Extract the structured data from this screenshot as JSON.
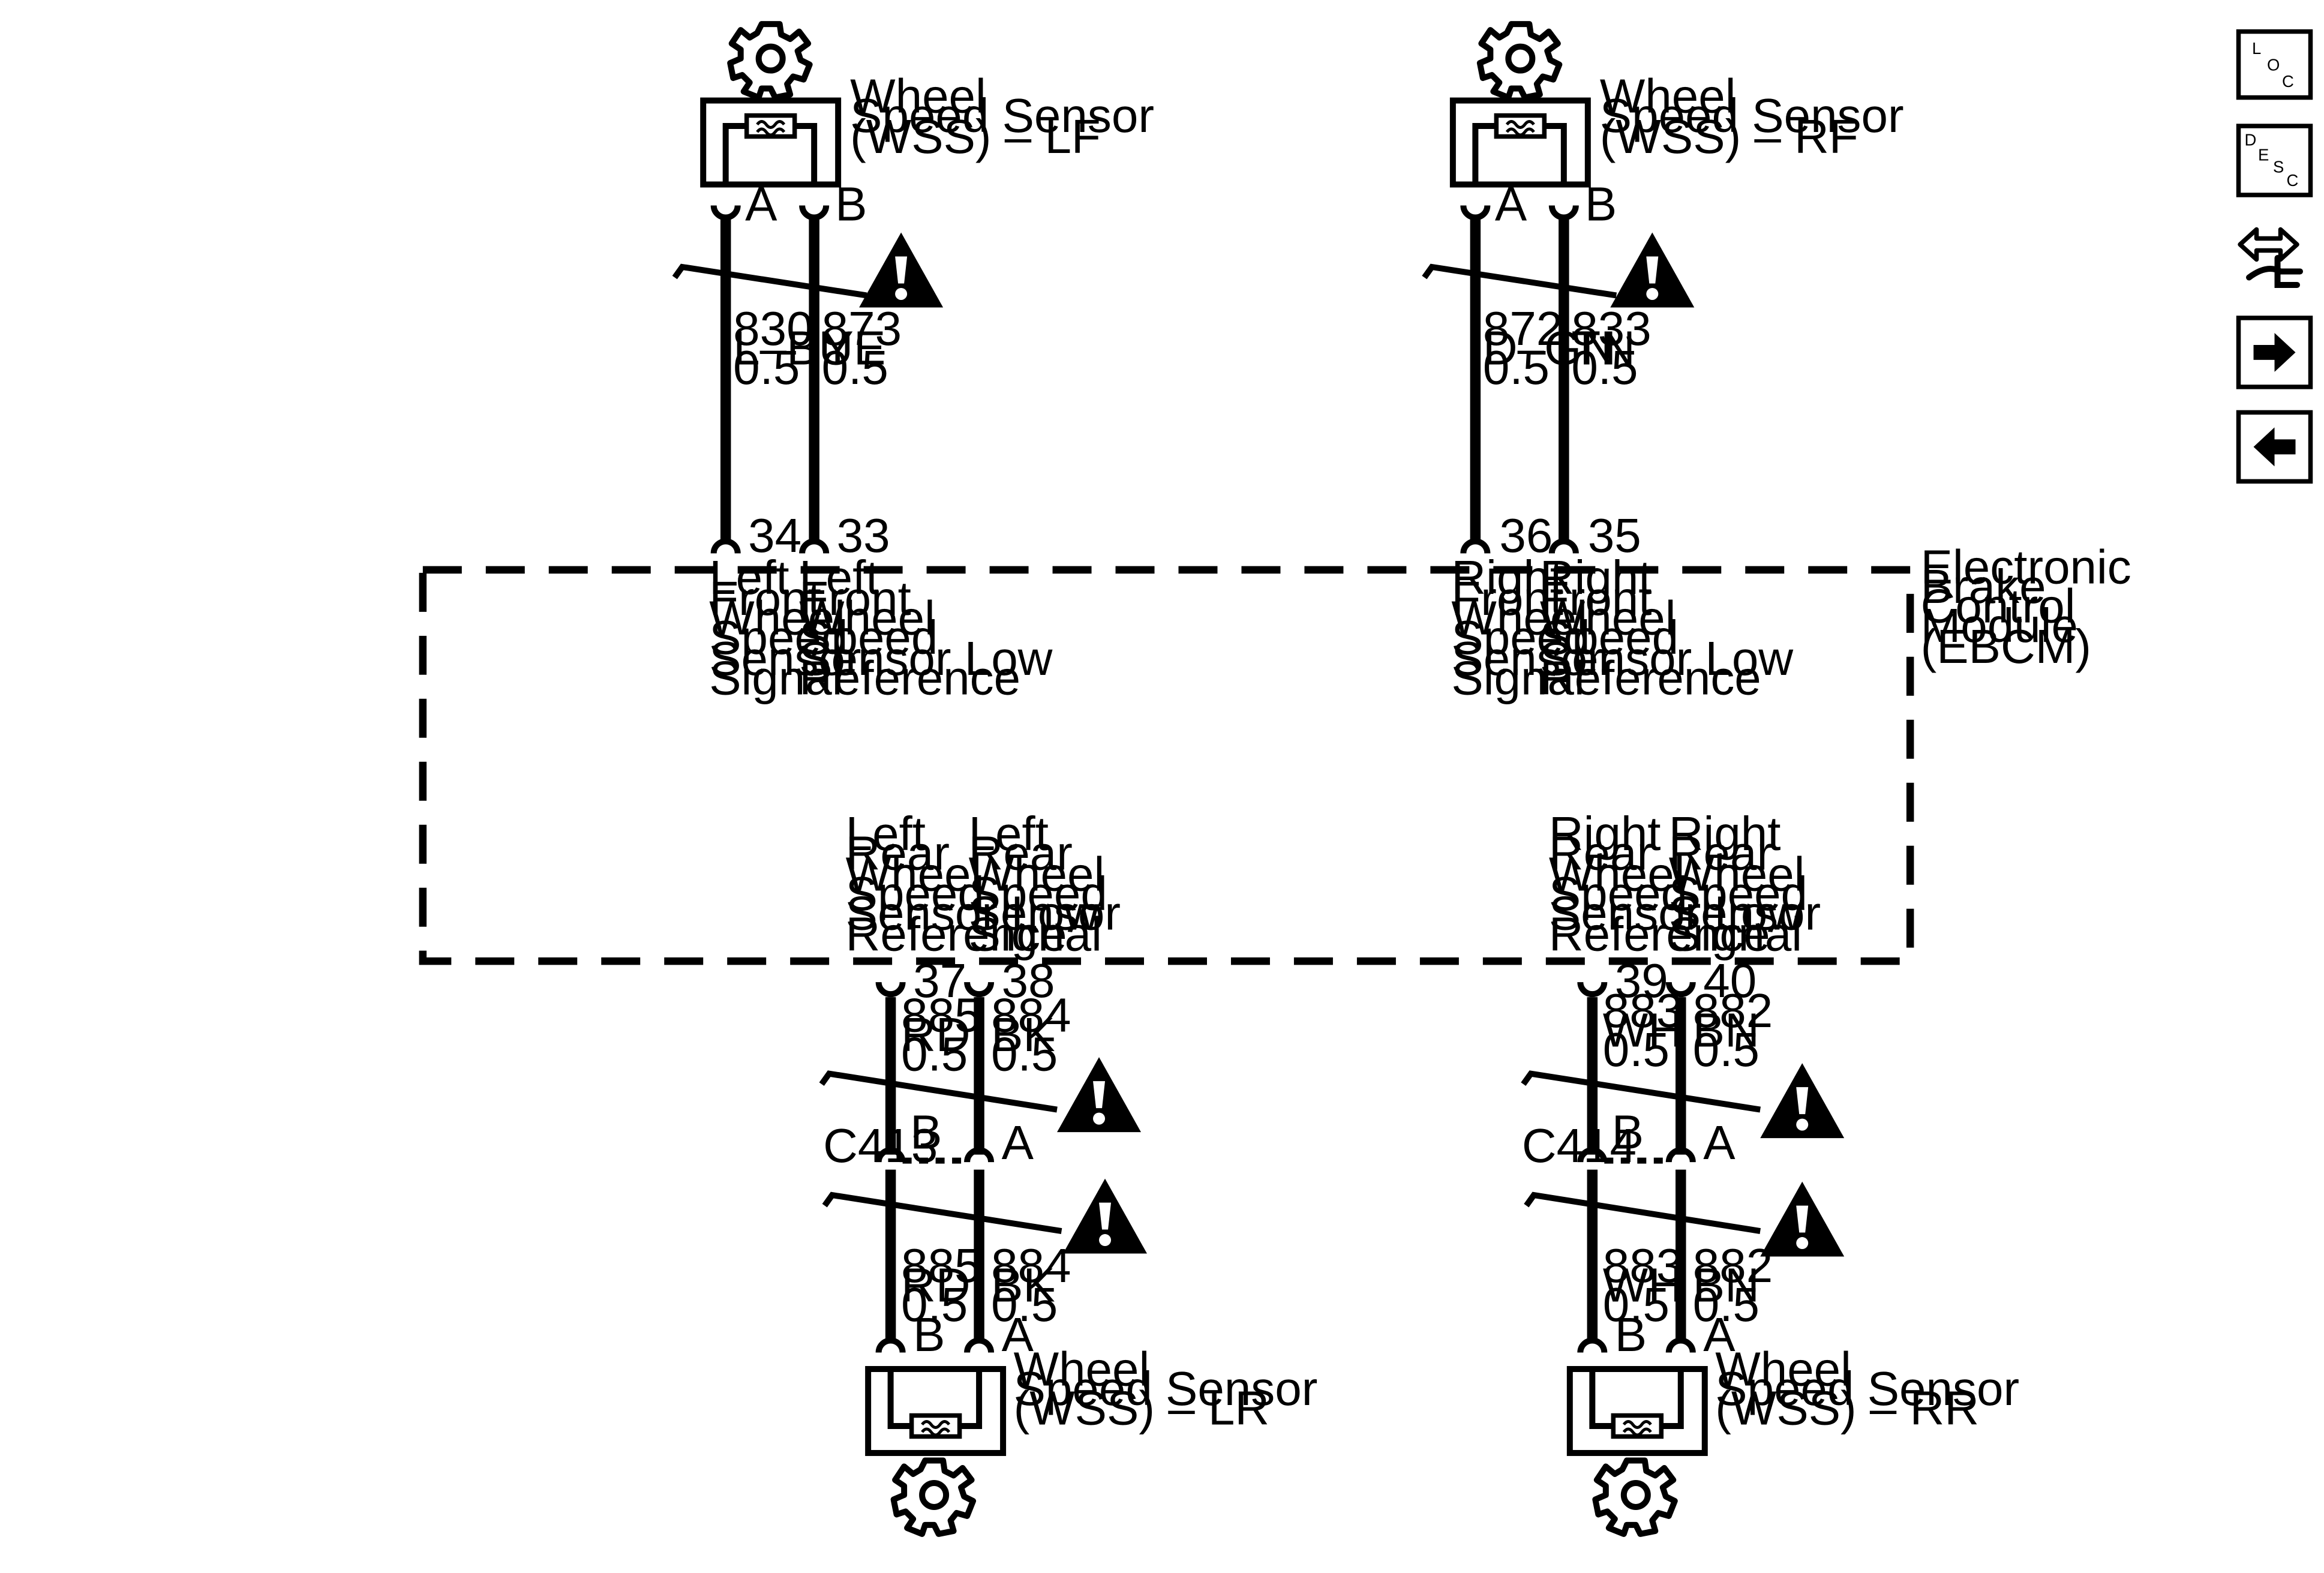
{
  "module": {
    "name_lines": [
      "Electronic",
      "Brake",
      "Control",
      "Module",
      "(EBCM)"
    ]
  },
  "sensors": {
    "lf": {
      "lines": [
        "Wheel",
        "Speed Sensor",
        "(WSS) – LF"
      ],
      "pin_a": "A",
      "pin_b": "B"
    },
    "rf": {
      "lines": [
        "Wheel",
        "Speed Sensor",
        "(WSS) – RF"
      ],
      "pin_a": "A",
      "pin_b": "B"
    },
    "lr": {
      "lines": [
        "Wheel",
        "Speed Sensor",
        "(WSS) – LR"
      ],
      "pin_a": "A",
      "pin_b": "B"
    },
    "rr": {
      "lines": [
        "Wheel",
        "Speed Sensor",
        "(WSS) – RR"
      ],
      "pin_a": "A",
      "pin_b": "B"
    }
  },
  "ebcm_pins": {
    "lf_signal": {
      "pin": "34",
      "lines": [
        "Left",
        "Front",
        "Wheel",
        "Speed",
        "Sensor",
        "Signal"
      ]
    },
    "lf_low": {
      "pin": "33",
      "lines": [
        "Left",
        "Front",
        "Wheel",
        "Speed",
        "Sensor Low",
        "Reference"
      ]
    },
    "rf_signal": {
      "pin": "36",
      "lines": [
        "Right",
        "Front",
        "Wheel",
        "Speed",
        "Sensor",
        "Signal"
      ]
    },
    "rf_low": {
      "pin": "35",
      "lines": [
        "Right",
        "Front",
        "Wheel",
        "Speed",
        "Sensor Low",
        "Reference"
      ]
    },
    "lr_low": {
      "pin": "37",
      "lines": [
        "Left",
        "Rear",
        "Wheel",
        "Speed",
        "Sensor Low",
        "Reference"
      ]
    },
    "lr_signal": {
      "pin": "38",
      "lines": [
        "Left",
        "Rear",
        "Wheel",
        "Speed",
        "Sensor",
        "Signal"
      ]
    },
    "rr_low": {
      "pin": "39",
      "lines": [
        "Right",
        "Rear",
        "Wheel",
        "Speed",
        "Sensor Low",
        "Reference"
      ]
    },
    "rr_signal": {
      "pin": "40",
      "lines": [
        "Right",
        "Rear",
        "Wheel",
        "Speed",
        "Sensor",
        "Signal"
      ]
    }
  },
  "wires": {
    "w830": [
      "830",
      "L–BU",
      "0.5"
    ],
    "w873": [
      "873",
      "YE",
      "0.5"
    ],
    "w872": [
      "872",
      "D–GN",
      "0.5"
    ],
    "w833": [
      "833",
      "TN",
      "0.5"
    ],
    "w885_upper": [
      "885",
      "RD",
      "0.5"
    ],
    "w884_upper": [
      "884",
      "BK",
      "0.5"
    ],
    "w883_upper": [
      "883",
      "WH",
      "0.5"
    ],
    "w882_upper": [
      "882",
      "BN",
      "0.5"
    ],
    "w885_lower": [
      "885",
      "RD",
      "0.5"
    ],
    "w884_lower": [
      "884",
      "BK",
      "0.5"
    ],
    "w883_lower": [
      "883",
      "WH",
      "0.5"
    ],
    "w882_lower": [
      "882",
      "BN",
      "0.5"
    ]
  },
  "connectors": {
    "c413": {
      "name": "C413",
      "pin_b": "B",
      "pin_a": "A"
    },
    "c414": {
      "name": "C414",
      "pin_b": "B",
      "pin_a": "A"
    }
  },
  "nav": {
    "loc_letters": [
      "L",
      "O",
      "C"
    ],
    "desc_letters": [
      "D",
      "E",
      "S",
      "C"
    ],
    "icons": [
      "connector-end-view-icon",
      "next-arrow-icon",
      "previous-arrow-icon"
    ]
  }
}
